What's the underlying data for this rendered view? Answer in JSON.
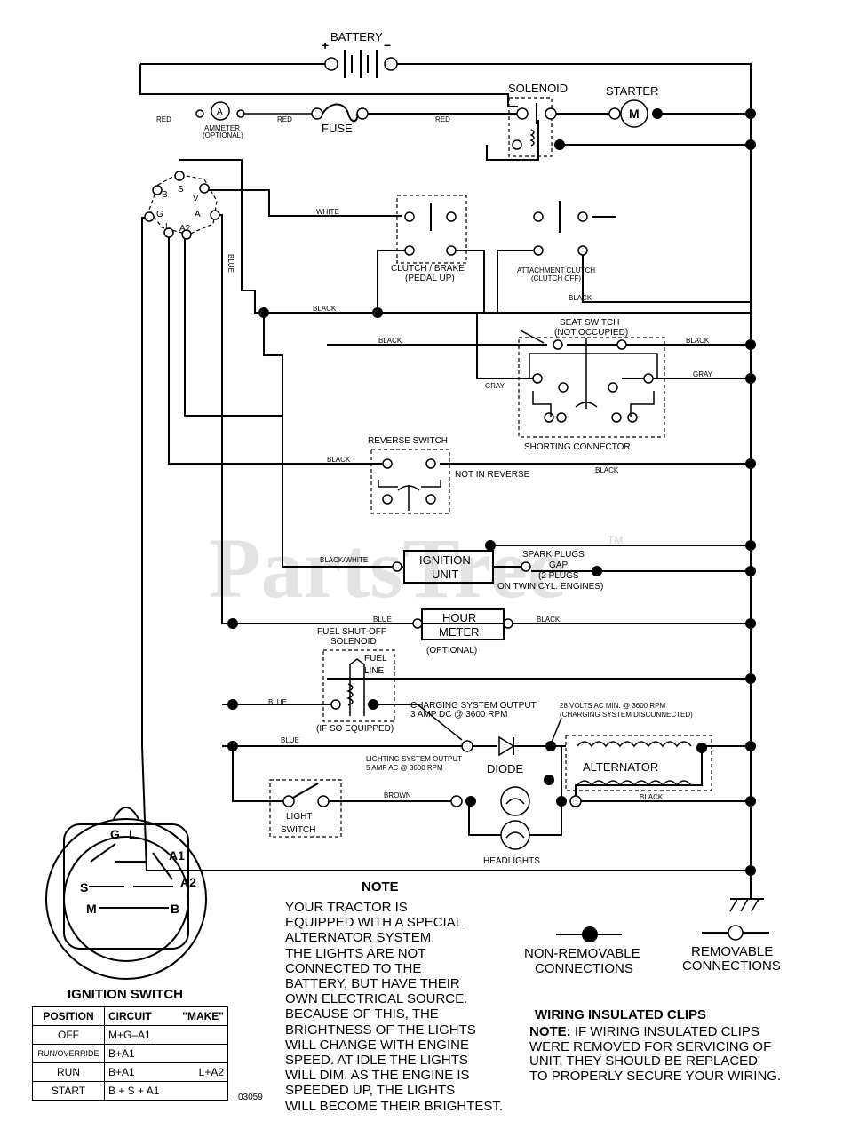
{
  "watermark": {
    "text": "PartsTree",
    "tm": "TM"
  },
  "battery": {
    "label": "BATTERY",
    "plus": "+",
    "minus": "−"
  },
  "solenoid": {
    "label": "SOLENOID"
  },
  "starter": {
    "label": "STARTER",
    "symbol": "M"
  },
  "fuse": {
    "label": "FUSE"
  },
  "ammeter": {
    "symbol": "A",
    "label_line1": "AMMETER",
    "label_line2": "(OPTIONAL)"
  },
  "wire_labels": {
    "red1": "RED",
    "red2": "RED",
    "red3": "RED",
    "white": "WHITE",
    "blue_vert": "BLUE",
    "black1": "BLACK",
    "black2": "BLACK",
    "black3": "BLACK",
    "black4": "BLACK",
    "black5": "BLACK",
    "black6": "BLACK",
    "black7": "BLACK",
    "black8": "BLACK",
    "gray1": "GRAY",
    "gray2": "GRAY",
    "black_white": "BLACK/WHITE",
    "blue1": "BLUE",
    "blue2": "BLUE",
    "blue3": "BLUE",
    "brown": "BROWN"
  },
  "switch_terminals": {
    "b": "B",
    "s": "S",
    "v": "V",
    "g": "G",
    "a": "A",
    "l": "L",
    "a2": "A2"
  },
  "clutch_brake": {
    "line1": "CLUTCH / BRAKE",
    "line2": "(PEDAL UP)"
  },
  "attachment_clutch": {
    "line1": "ATTACHMENT CLUTCH",
    "line2": "(CLUTCH OFF)"
  },
  "seat_switch": {
    "line1": "SEAT SWITCH",
    "line2": "(NOT OCCUPIED)",
    "shorting": "SHORTING CONNECTOR"
  },
  "reverse_switch": {
    "label": "REVERSE SWITCH",
    "state": "NOT IN REVERSE"
  },
  "ignition_unit": {
    "line1": "IGNITION",
    "line2": "UNIT"
  },
  "spark_plugs": {
    "line1": "SPARK PLUGS",
    "line2": "GAP",
    "line3": "(2 PLUGS",
    "line4": "ON TWIN CYL. ENGINES)"
  },
  "hour_meter": {
    "line1": "HOUR",
    "line2": "METER",
    "note": "(OPTIONAL)"
  },
  "fuel_solenoid": {
    "line1": "FUEL SHUT-OFF",
    "line2": "SOLENOID",
    "fuel1": "FUEL",
    "fuel2": "LINE",
    "note": "(IF SO EQUIPPED)"
  },
  "charging": {
    "line1": "CHARGING SYSTEM OUTPUT",
    "line2": "3 AMP DC @ 3600 RPM"
  },
  "volts": {
    "line1": "28 VOLTS AC MIN. @ 3600 RPM",
    "line2": "(CHARGING SYSTEM DISCONNECTED)"
  },
  "lighting": {
    "line1": "LIGHTING SYSTEM OUTPUT",
    "line2": "5 AMP AC @ 3600 RPM"
  },
  "diode": {
    "label": "DIODE"
  },
  "alternator": {
    "label": "ALTERNATOR"
  },
  "light_switch": {
    "line1": "LIGHT",
    "line2": "SWITCH"
  },
  "headlights": {
    "label": "HEADLIGHTS"
  },
  "ignition_switch": {
    "title": "IGNITION SWITCH",
    "face": {
      "g": "G",
      "l": "L",
      "a1": "A1",
      "s": "S",
      "a2": "A2",
      "m": "M",
      "b": "B"
    },
    "table": {
      "headers": {
        "position": "POSITION",
        "circuit": "CIRCUIT",
        "make": "\"MAKE\""
      },
      "rows": [
        {
          "position": "OFF",
          "circuit": "M+G–A1",
          "extra": ""
        },
        {
          "position": "RUN/OVERRIDE",
          "circuit": "B+A1",
          "extra": ""
        },
        {
          "position": "RUN",
          "circuit": "B+A1",
          "extra": "L+A2"
        },
        {
          "position": "START",
          "circuit": "B + S + A1",
          "extra": ""
        }
      ]
    }
  },
  "drawing_number": "03059",
  "note": {
    "title": "NOTE",
    "lines": [
      "YOUR TRACTOR IS",
      "EQUIPPED WITH A SPECIAL",
      "ALTERNATOR SYSTEM.",
      "THE LIGHTS ARE NOT",
      "CONNECTED TO THE",
      "BATTERY, BUT HAVE THEIR",
      "OWN ELECTRICAL SOURCE.",
      "BECAUSE OF THIS, THE",
      "BRIGHTNESS OF THE LIGHTS",
      "WILL CHANGE WITH ENGINE",
      "SPEED.  AT IDLE THE LIGHTS",
      "WILL DIM.  AS THE ENGINE IS",
      "SPEEDED UP, THE LIGHTS",
      "WILL BECOME THEIR BRIGHTEST."
    ]
  },
  "legend": {
    "non_removable": {
      "line1": "NON-REMOVABLE",
      "line2": "CONNECTIONS"
    },
    "removable": {
      "line1": "REMOVABLE",
      "line2": "CONNECTIONS"
    }
  },
  "clips": {
    "title": "WIRING INSULATED CLIPS",
    "note_label": "NOTE:",
    "lines": [
      " IF WIRING INSULATED CLIPS",
      "WERE REMOVED FOR SERVICING OF",
      "UNIT, THEY SHOULD BE REPLACED",
      "TO PROPERLY SECURE YOUR WIRING."
    ]
  }
}
